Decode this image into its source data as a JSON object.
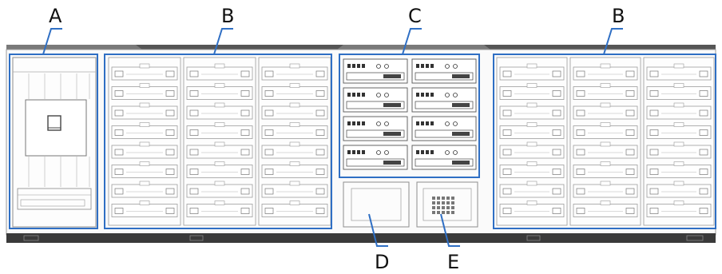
{
  "callouts": {
    "a": "A",
    "b_left": "B",
    "c": "C",
    "b_right": "B",
    "d": "D",
    "e": "E"
  },
  "colors": {
    "highlight": "#2f6fc4",
    "cabinet_outline": "#9a9a9a",
    "base_rail": "#3c3c3c",
    "roof": "#6a6a6a",
    "module": "#bdbdbd"
  },
  "modules": {
    "battery_rack_columns_per_group": 3,
    "battery_modules_per_column": 8,
    "pcs_columns": 2,
    "pcs_units_per_column": 4
  }
}
